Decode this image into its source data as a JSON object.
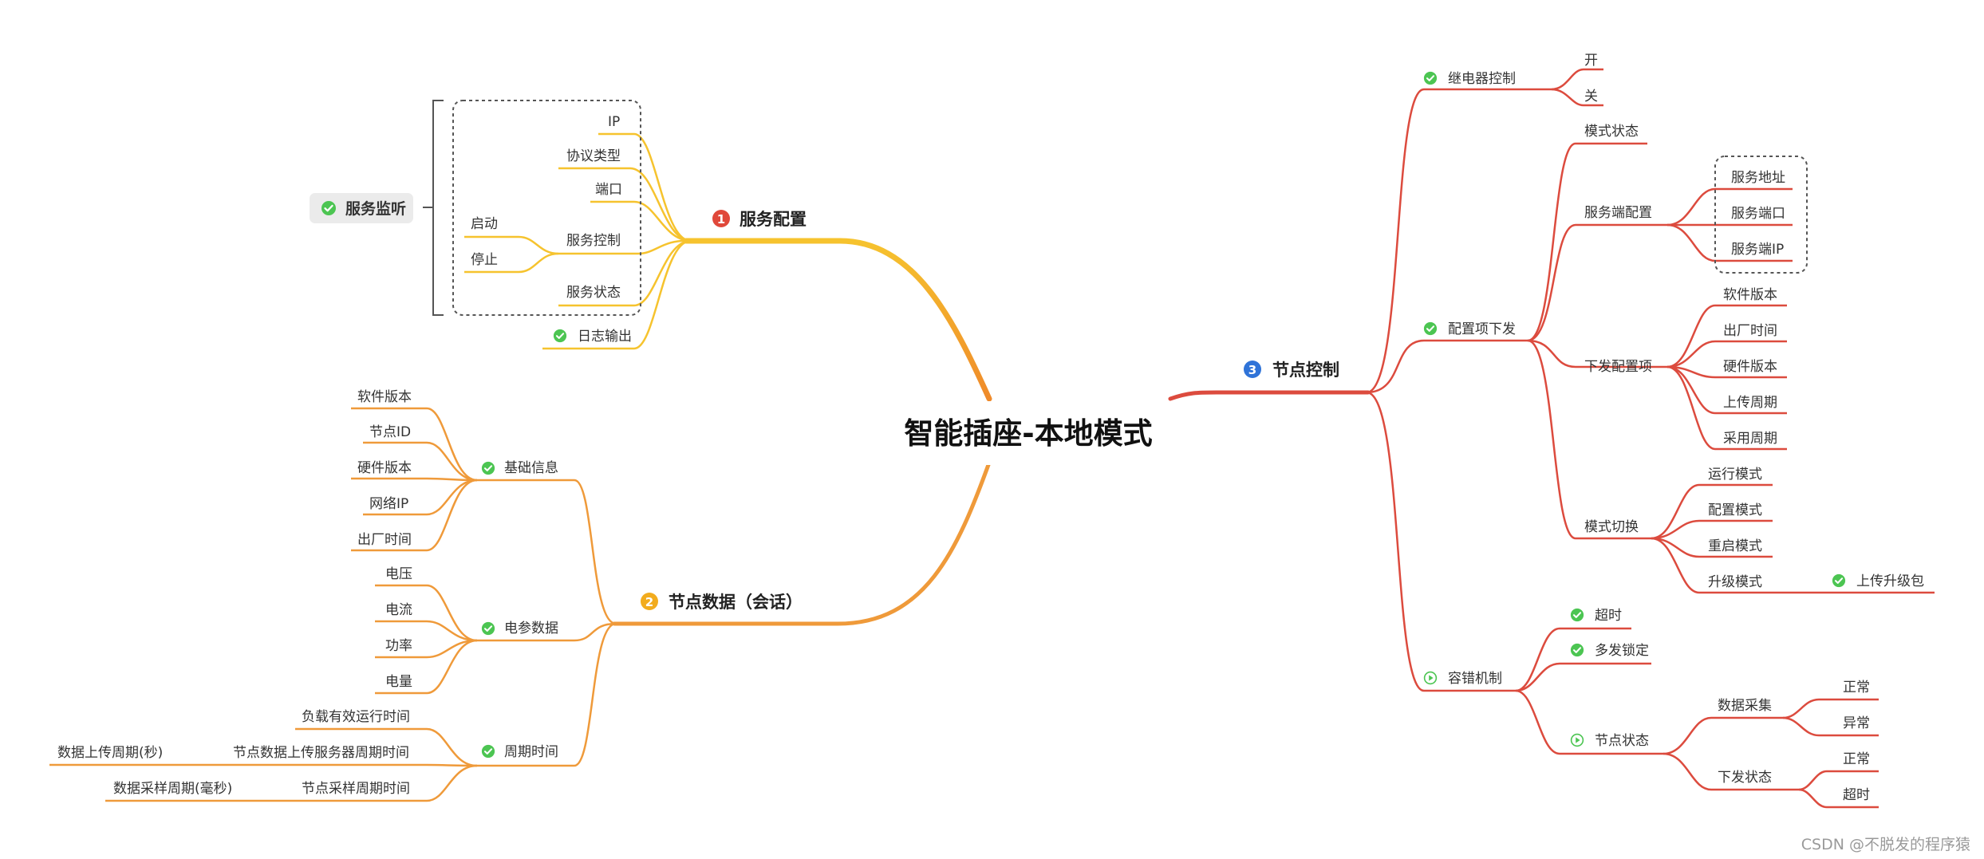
{
  "center": "智能插座-本地模式",
  "watermark": "CSDN @不脱发的程序猿",
  "colors": {
    "yellow": "#f6c32e",
    "orange": "#ef9a3a",
    "red": "#dc4b3e",
    "check": "#4cc552",
    "marker1": "#e0483a",
    "marker2": "#f2ac1e",
    "marker3": "#2f73d8"
  },
  "branch1": {
    "number": "1",
    "title": "服务配置",
    "summary": "服务监听",
    "children": {
      "ip": "IP",
      "protocol": "协议类型",
      "port": "端口",
      "control": "服务控制",
      "control_start": "启动",
      "control_stop": "停止",
      "status": "服务状态",
      "log": "日志输出"
    }
  },
  "branch2": {
    "number": "2",
    "title": "节点数据（会话）",
    "basic": {
      "label": "基础信息",
      "items": [
        "软件版本",
        "节点ID",
        "硬件版本",
        "网络IP",
        "出厂时间"
      ]
    },
    "electric": {
      "label": "电参数据",
      "items": [
        "电压",
        "电流",
        "功率",
        "电量"
      ]
    },
    "period": {
      "label": "周期时间",
      "items": [
        "负载有效运行时间",
        "节点数据上传服务器周期时间",
        "节点采样周期时间"
      ],
      "sub": [
        "数据上传周期(秒)",
        "数据采样周期(毫秒)"
      ]
    }
  },
  "branch3": {
    "number": "3",
    "title": "节点控制",
    "relay": {
      "label": "继电器控制",
      "items": [
        "开",
        "关"
      ]
    },
    "config": {
      "label": "配置项下发",
      "mode_state": "模式状态",
      "server": {
        "label": "服务端配置",
        "items": [
          "服务地址",
          "服务端口",
          "服务端IP"
        ]
      },
      "push": {
        "label": "下发配置项",
        "items": [
          "软件版本",
          "出厂时间",
          "硬件版本",
          "上传周期",
          "采用周期"
        ]
      },
      "switch": {
        "label": "模式切换",
        "items": [
          "运行模式",
          "配置模式",
          "重启模式",
          "升级模式"
        ],
        "upgrade_sub": "上传升级包"
      }
    },
    "fault": {
      "label": "容错机制",
      "timeout": "超时",
      "multi_lock": "多发锁定",
      "node_state": {
        "label": "节点状态",
        "collect": {
          "label": "数据采集",
          "items": [
            "正常",
            "异常"
          ]
        },
        "send": {
          "label": "下发状态",
          "items": [
            "正常",
            "超时"
          ]
        }
      }
    }
  }
}
